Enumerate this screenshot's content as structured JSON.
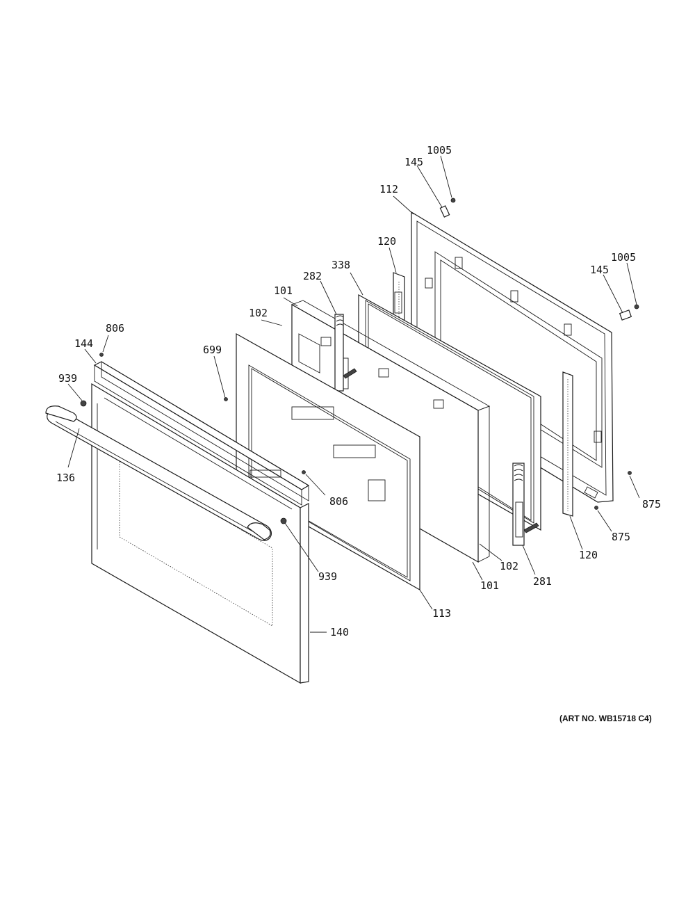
{
  "callouts": [
    {
      "id": "c1005a",
      "label": "1005"
    },
    {
      "id": "c145a",
      "label": "145"
    },
    {
      "id": "c112",
      "label": "112"
    },
    {
      "id": "c120a",
      "label": "120"
    },
    {
      "id": "c338",
      "label": "338"
    },
    {
      "id": "c282",
      "label": "282"
    },
    {
      "id": "c101a",
      "label": "101"
    },
    {
      "id": "c102a",
      "label": "102"
    },
    {
      "id": "c1005b",
      "label": "1005"
    },
    {
      "id": "c145b",
      "label": "145"
    },
    {
      "id": "c806a",
      "label": "806"
    },
    {
      "id": "c144",
      "label": "144"
    },
    {
      "id": "c699",
      "label": "699"
    },
    {
      "id": "c939a",
      "label": "939"
    },
    {
      "id": "c136",
      "label": "136"
    },
    {
      "id": "c806b",
      "label": "806"
    },
    {
      "id": "c875a",
      "label": "875"
    },
    {
      "id": "c875b",
      "label": "875"
    },
    {
      "id": "c102b",
      "label": "102"
    },
    {
      "id": "c120b",
      "label": "120"
    },
    {
      "id": "c939b",
      "label": "939"
    },
    {
      "id": "c101b",
      "label": "101"
    },
    {
      "id": "c281",
      "label": "281"
    },
    {
      "id": "c113",
      "label": "113"
    },
    {
      "id": "c140",
      "label": "140"
    }
  ],
  "art_number": "(ART NO. WB15718 C4)"
}
